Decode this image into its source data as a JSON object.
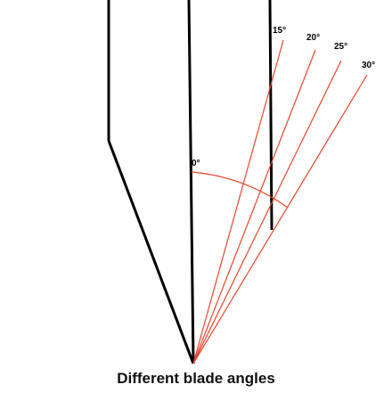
{
  "caption": "Different blade angles",
  "colors": {
    "outline": "#000000",
    "angle_lines": "#e8452c",
    "label_text": "#000000"
  },
  "angles": [
    {
      "degrees": 0,
      "label": "0°"
    },
    {
      "degrees": 15,
      "label": "15°"
    },
    {
      "degrees": 20,
      "label": "20°"
    },
    {
      "degrees": 25,
      "label": "25°"
    },
    {
      "degrees": 30,
      "label": "30°"
    }
  ]
}
